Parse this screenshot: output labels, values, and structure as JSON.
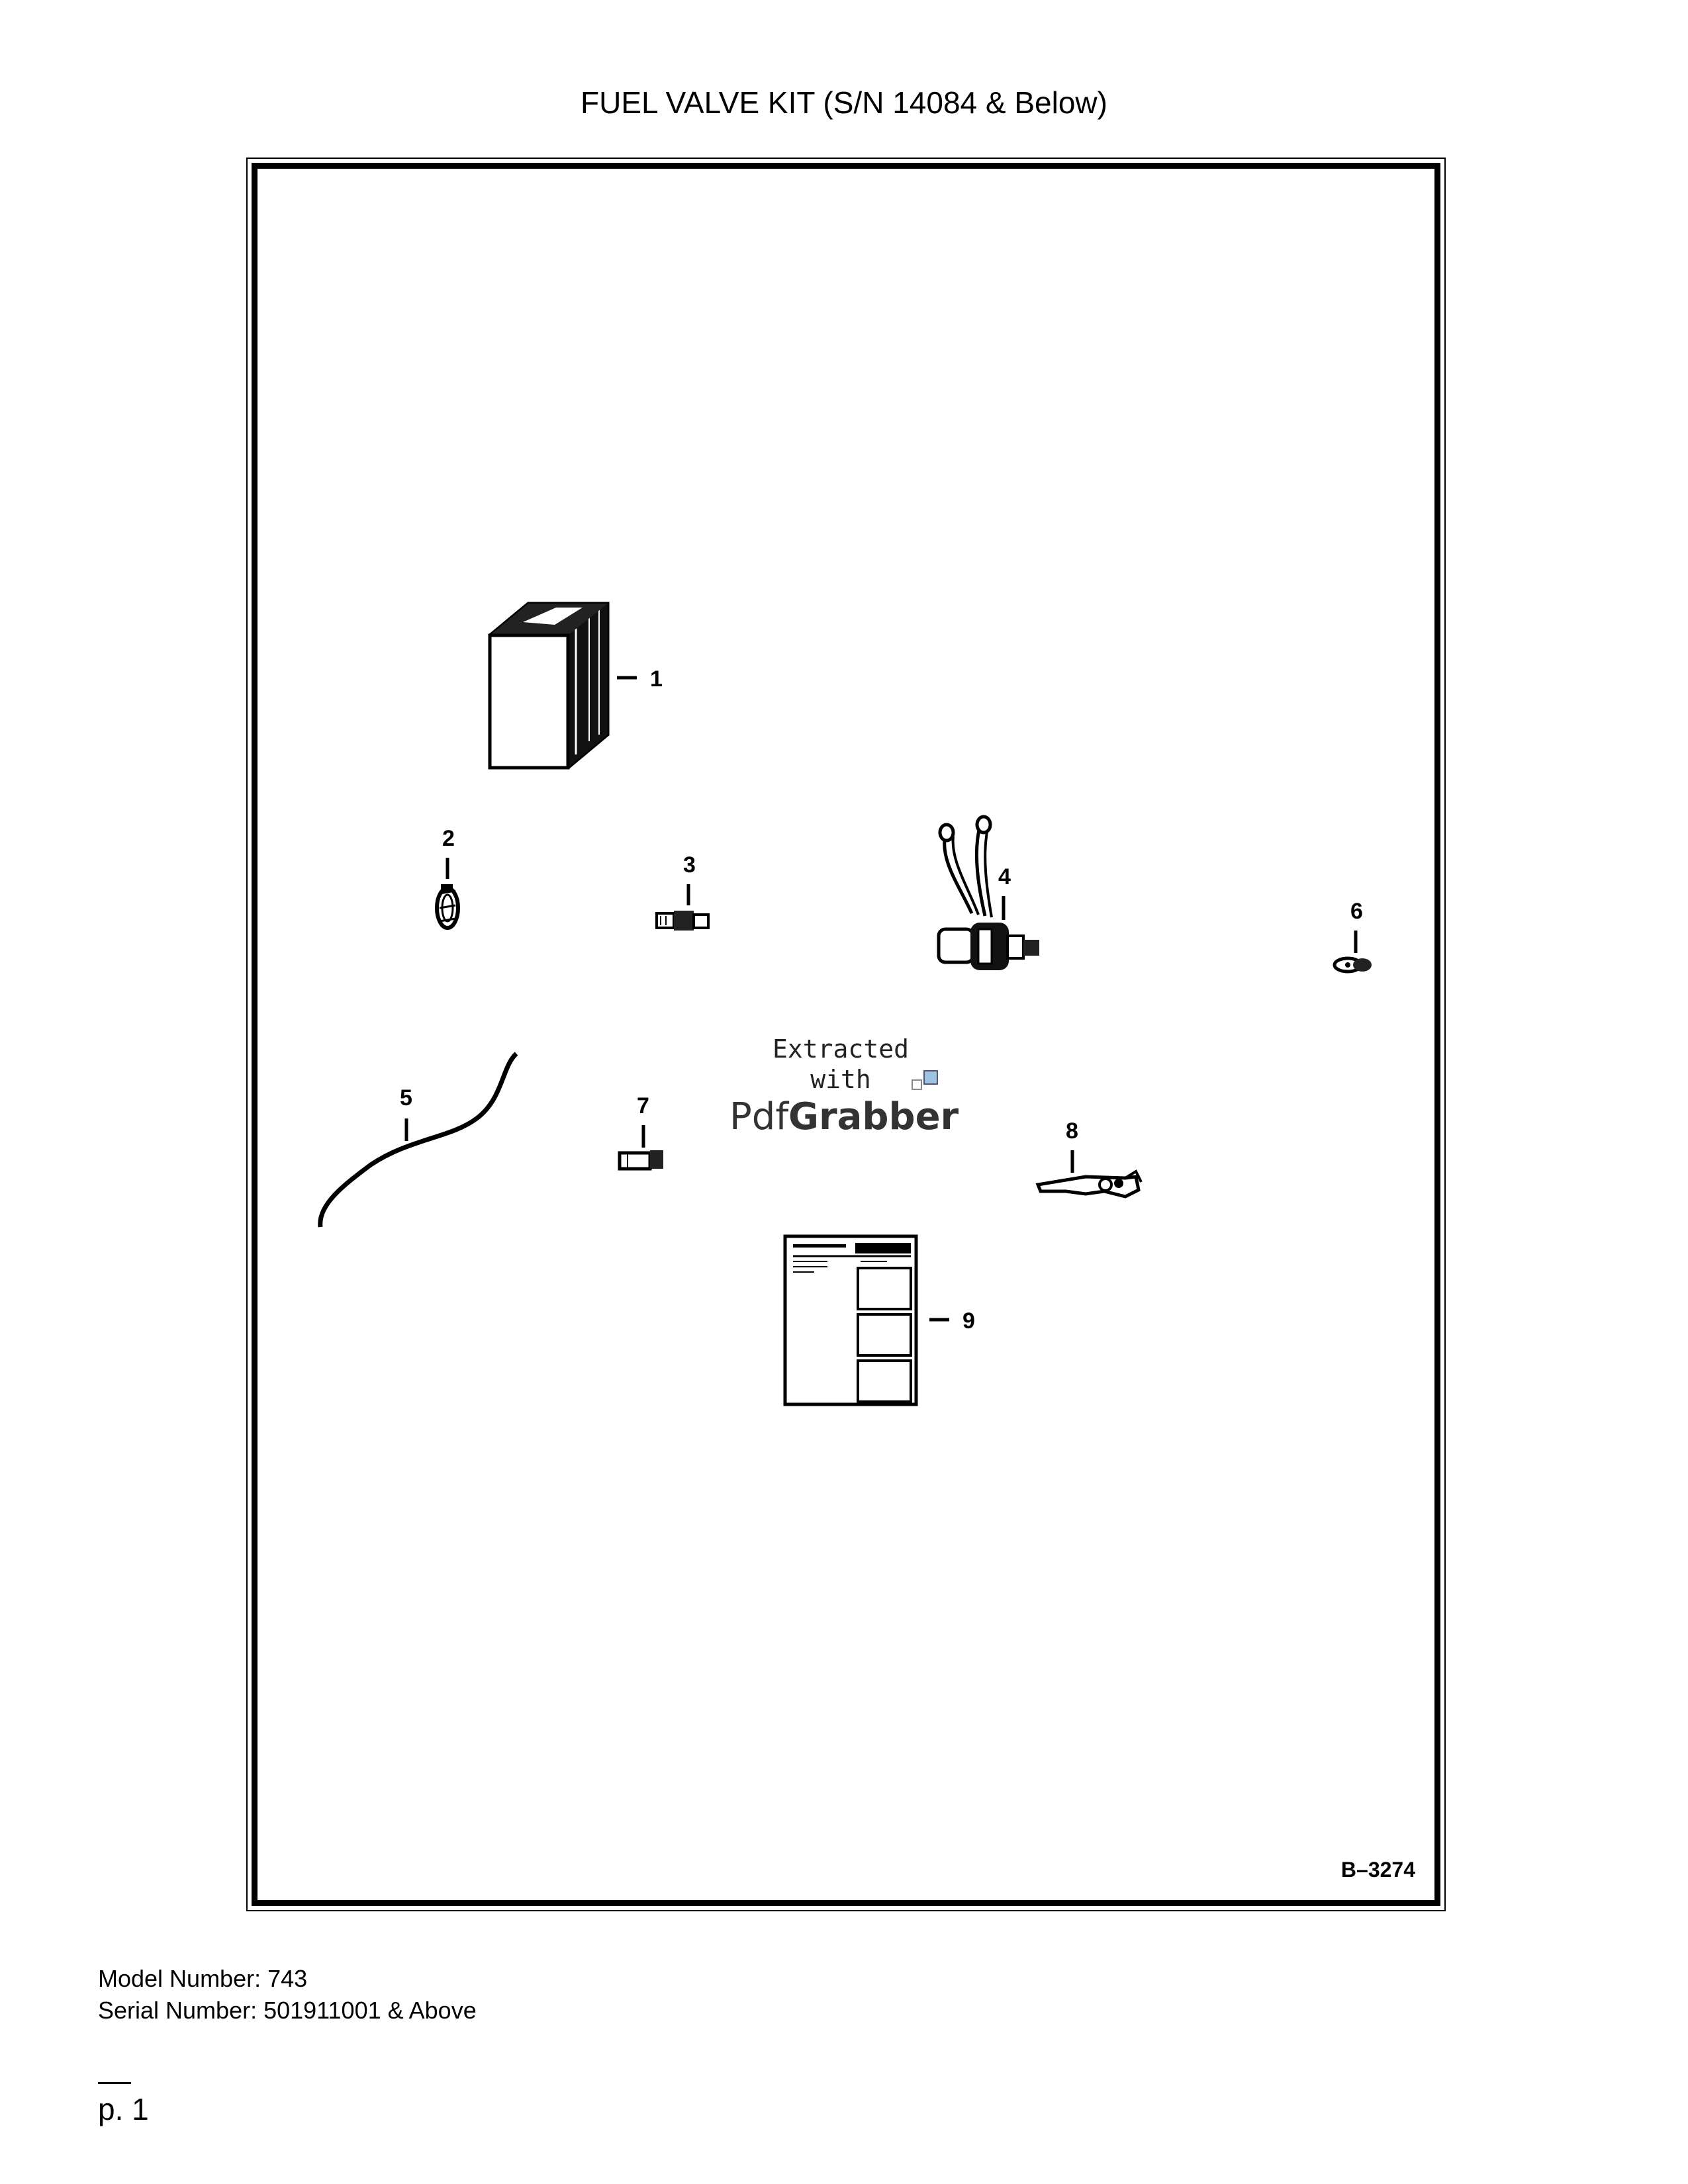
{
  "title": "FUEL VALVE KIT (S/N 14084 & Below)",
  "figure": {
    "reference": "B–3274",
    "callouts": [
      "1",
      "2",
      "3",
      "4",
      "5",
      "6",
      "7",
      "8",
      "9"
    ]
  },
  "watermark": {
    "line1": "Extracted",
    "line2": "with",
    "brand_a": "Pdf",
    "brand_b": "Grabber"
  },
  "footer": {
    "model": "Model Number: 743",
    "serial": "Serial Number: 501911001 & Above",
    "page": "p. 1"
  }
}
